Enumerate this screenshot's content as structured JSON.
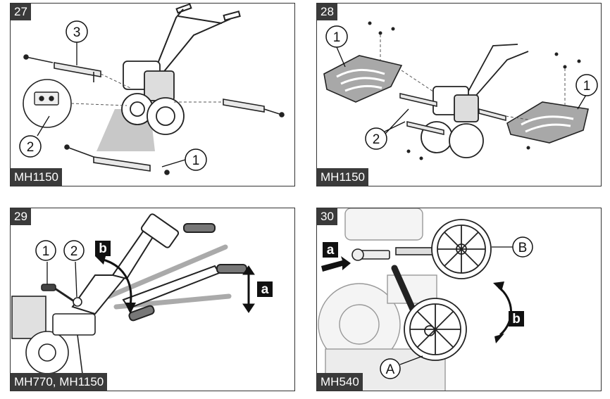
{
  "panels": [
    {
      "number": "27",
      "model": "MH1150",
      "callouts": [
        "1",
        "2",
        "3"
      ]
    },
    {
      "number": "28",
      "model": "MH1150",
      "callouts": [
        "1",
        "1",
        "2"
      ]
    },
    {
      "number": "29",
      "model": "MH770, MH1150",
      "callouts": [
        "1",
        "2"
      ],
      "step_labels": [
        "a",
        "b"
      ]
    },
    {
      "number": "30",
      "model": "MH540",
      "callouts": [
        "A",
        "B"
      ],
      "step_labels": [
        "a",
        "b"
      ]
    }
  ]
}
